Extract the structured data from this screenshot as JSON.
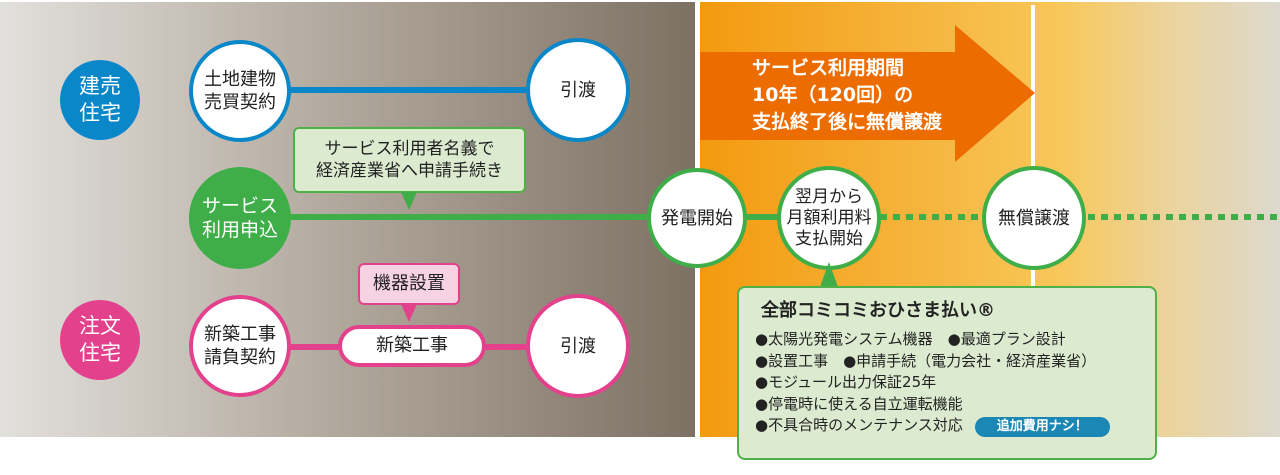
{
  "left": {
    "tateuri": {
      "label_lines": [
        "建売",
        "住宅"
      ],
      "contract": [
        "土地建物",
        "売買契約"
      ],
      "handover": "引渡"
    },
    "service": {
      "label_lines": [
        "サービス",
        "利用申込"
      ],
      "callout": [
        "サービス利用者名義で",
        "経済産業省へ申請手続き"
      ]
    },
    "chumon": {
      "label_lines": [
        "注文",
        "住宅"
      ],
      "contract": [
        "新築工事",
        "請負契約"
      ],
      "construction": "新築工事",
      "install": "機器設置",
      "handover": "引渡"
    }
  },
  "right": {
    "arrow_text": [
      "サービス利用期間",
      "10年（120回）の",
      "支払終了後に無償譲渡"
    ],
    "gen_start": "発電開始",
    "monthly": [
      "翌月から",
      "月額利用料",
      "支払開始"
    ],
    "transfer": "無償譲渡"
  },
  "info": {
    "title": "全部コミコミおひさま払い®",
    "rows": [
      "●太陽光発電システム機器　●最適プラン設計",
      "●設置工事　●申請手続（電力会社・経済産業省）",
      "●モジュール出力保証25年",
      "●停電時に使える自立運転機能",
      "●不具合時のメンテナンス対応"
    ],
    "badge": "追加費用ナシ！"
  },
  "colors": {
    "blue": "#0a87c9",
    "green": "#3fae49",
    "pink": "#e4418c",
    "orange": "#ec6c00"
  }
}
